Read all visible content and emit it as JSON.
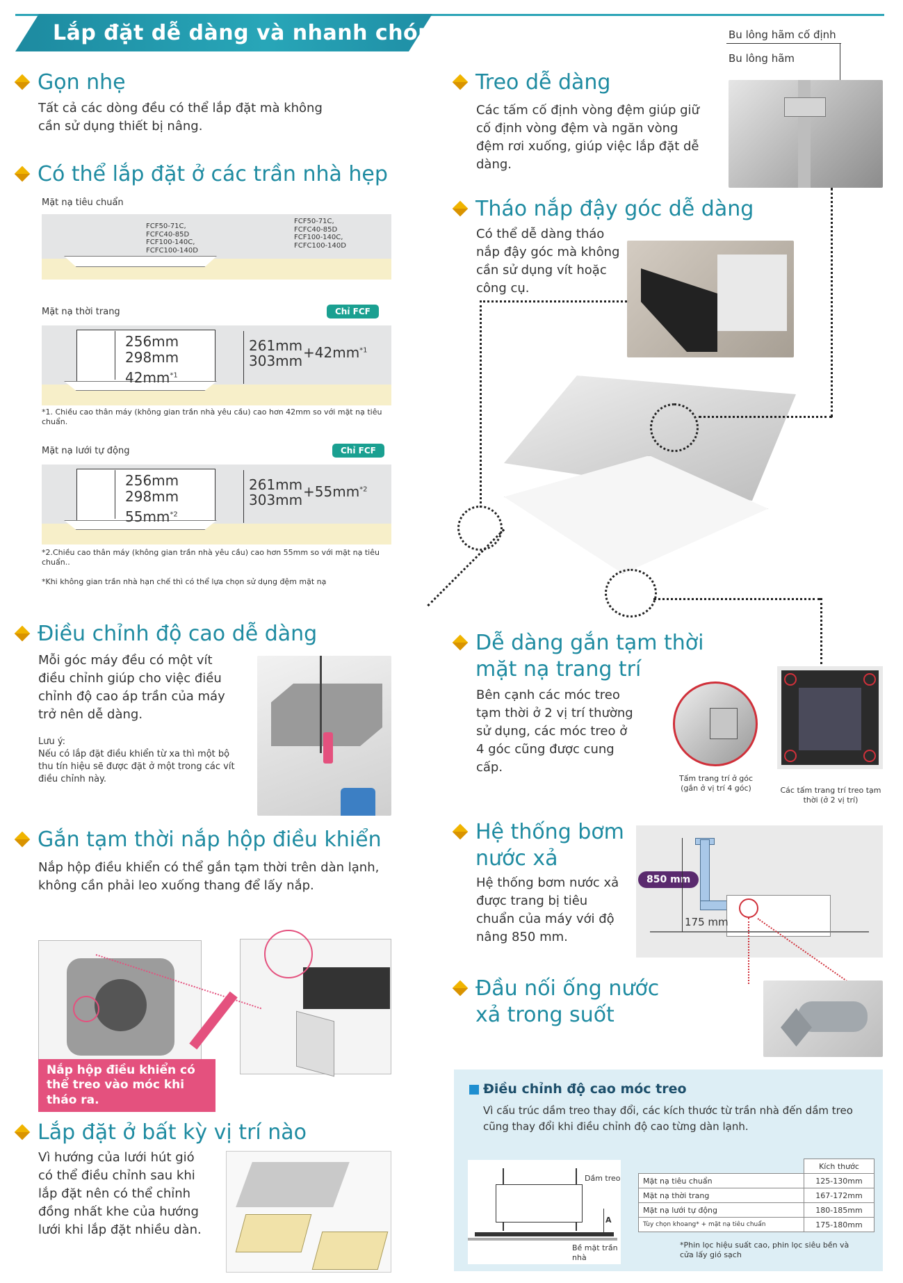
{
  "header": {
    "title": "Lắp đặt dễ dàng và nhanh chóng"
  },
  "sections": {
    "gon_nhe": {
      "title": "Gọn nhẹ",
      "text": "Tất cả các dòng đều có thể lắp đặt mà không cần sử dụng thiết bị nâng."
    },
    "tran_hep": {
      "title": "Có thể lắp đặt ở các trần nhà hẹp",
      "standard": {
        "label": "Mặt nạ tiêu chuẩn",
        "models_left": "FCF50-71C,\nFCFC40-85D\nFCF100-140C,\nFCFC100-140D",
        "models_right": "FCF50-71C,\nFCFC40-85D\nFCF100-140C,\nFCFC100-140D"
      },
      "fashion": {
        "label": "Mặt nạ thời trang",
        "badge": "Chỉ FCF",
        "h1": "256mm",
        "h2": "298mm",
        "h3": "42mm",
        "h3_note": "*1",
        "r1": "261mm",
        "r2": "303mm",
        "plus": "+42mm",
        "plus_note": "*1",
        "note": "*1. Chiều cao thân máy (không gian trần nhà yêu cầu) cao hơn 42mm so với mặt nạ tiêu chuẩn."
      },
      "auto": {
        "label": "Mặt nạ lưới tự động",
        "badge": "Chỉ FCF",
        "h1": "256mm",
        "h2": "298mm",
        "h3": "55mm",
        "h3_note": "*2",
        "r1": "261mm",
        "r2": "303mm",
        "plus": "+55mm",
        "plus_note": "*2",
        "note": "*2.Chiều cao thân máy (không gian trần nhà yêu cầu) cao hơn 55mm so với mặt nạ tiêu chuẩn..",
        "note2": "*Khi không gian trần nhà hạn chế thì có thể lựa chọn sử dụng đệm mặt nạ"
      }
    },
    "dieu_chinh": {
      "title": "Điều chỉnh độ cao dễ dàng",
      "text": "Mỗi góc máy đều có một vít điều chỉnh giúp cho việc điều chỉnh độ cao áp trần của máy trở nên dễ dàng.",
      "note_title": "Lưu ý:",
      "note": "Nếu có lắp đặt điều khiển từ xa thì một bộ thu tín hiệu sẽ được đặt ở một trong các vít điều chỉnh này."
    },
    "gan_tam": {
      "title": "Gắn tạm thời nắp hộp điều khiển",
      "text": "Nắp hộp điều khiển có thể gắn tạm thời trên dàn lạnh, không cần phải leo xuống thang để lấy nắp.",
      "pink": "Nắp hộp điều khiển có thể treo vào móc khi tháo ra."
    },
    "bat_ky": {
      "title": "Lắp đặt ở bất kỳ vị trí nào",
      "text": "Vì hướng của lưới hút gió có thể điều chỉnh sau khi lắp đặt nên có thể chỉnh đồng nhất khe của hướng lưới khi lắp đặt nhiều dàn."
    },
    "treo": {
      "title": "Treo dễ dàng",
      "text": "Các tấm cố định vòng đệm giúp giữ cố định vòng đệm và ngăn vòng đệm rơi xuống, giúp việc lắp đặt dễ dàng.",
      "label1": "Bu lông hãm cố định",
      "label2": "Bu lông hãm"
    },
    "thao_nap": {
      "title": "Tháo nắp đậy góc dễ dàng",
      "text": "Có thể dễ dàng tháo nắp đậy góc mà không cần sử dụng vít hoặc công cụ."
    },
    "gan_mat_na": {
      "title": "Dễ dàng gắn tạm thời mặt nạ trang trí",
      "text": "Bên cạnh các móc treo tạm thời ở 2 vị trí thường sử dụng, các móc treo ở 4 góc cũng được cung cấp.",
      "cap1": "Tấm trang trí ở góc (gắn ở vị trí 4 góc)",
      "cap2": "Các tấm trang trí treo tạm thời (ở 2 vị trí)"
    },
    "bom_nuoc": {
      "title": "Hệ thống bơm nước xả",
      "text": "Hệ thống bơm nước xả được trang bị tiêu chuẩn của máy với độ nâng 850 mm.",
      "d1": "850 mm",
      "d2": "175 mm"
    },
    "dau_noi": {
      "title": "Đầu nối ống nước xả trong suốt"
    },
    "moc_treo": {
      "title": "Điều chỉnh độ cao móc treo",
      "text": "Vì cấu trúc dầm treo thay đổi, các kích thước từ trần nhà đến dầm treo cũng thay đổi khi điều chỉnh độ cao từng dàn lạnh.",
      "label_dam": "Dầm treo",
      "label_a": "A",
      "label_be_mat": "Bề mặt trần nhà",
      "table_header": "Kích thước",
      "rows": [
        {
          "name": "Mặt nạ tiêu chuẩn",
          "value": "125-130mm"
        },
        {
          "name": "Mặt nạ thời trang",
          "value": "167-172mm"
        },
        {
          "name": "Mặt nạ lưới tự động",
          "value": "180-185mm"
        },
        {
          "name": "Tùy chọn khoang* + mặt nạ tiêu chuẩn",
          "value": "175-180mm"
        }
      ],
      "footnote": "*Phin lọc hiệu suất cao, phin lọc siêu bền và cửa lấy gió sạch"
    }
  }
}
